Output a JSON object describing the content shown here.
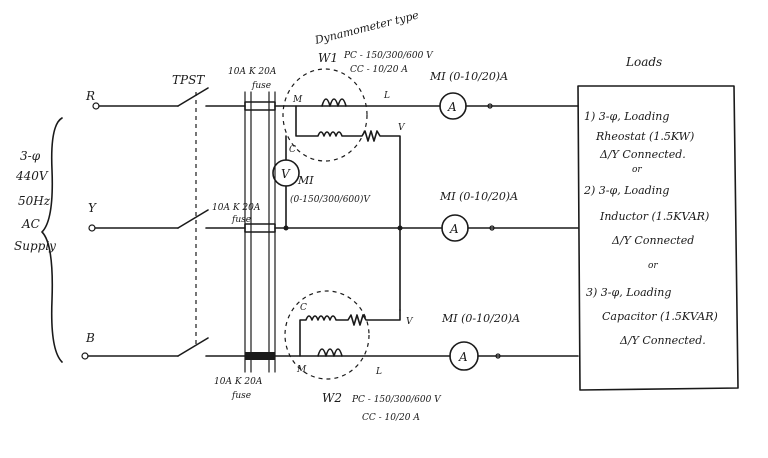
{
  "supply": {
    "phases": [
      "R",
      "Y",
      "B"
    ],
    "lines": [
      "3-φ",
      "440V",
      "50Hz",
      "AC",
      "Supply"
    ]
  },
  "switch_label": "TPST",
  "fuse": {
    "top": [
      "10A K 20A",
      "fuse"
    ],
    "mid": [
      "10A K 20A",
      "fuse"
    ],
    "bottom": [
      "10A K 20A",
      "fuse"
    ]
  },
  "wattmeter_header": [
    "Dynamometer type",
    "PC - 150/300/600 V",
    "CC - 10/20 A"
  ],
  "w1_label": "W1",
  "w2": {
    "label": "W2",
    "pc": "PC - 150/300/600 V",
    "cc": "CC - 10/20 A"
  },
  "wattmeter_terminals": {
    "m": "M",
    "l": "L",
    "c": "C",
    "v": "V"
  },
  "ammeter": {
    "symbol": "A",
    "label": "MI (0-10/20)A"
  },
  "voltmeter": {
    "symbol": "V",
    "label": [
      "MI",
      "(0-150/300/600)V"
    ]
  },
  "loads": {
    "title": "Loads",
    "items": [
      [
        "1) 3-φ, Loading",
        "Rheostat (1.5KW)",
        "Δ/Y Connected.",
        "or"
      ],
      [
        "2) 3-φ, Loading",
        "Inductor (1.5KVAR)",
        "Δ/Y Connected",
        "or"
      ],
      [
        "3) 3-φ, Loading",
        "Capacitor (1.5KVAR)",
        "Δ/Y Connected."
      ]
    ]
  }
}
